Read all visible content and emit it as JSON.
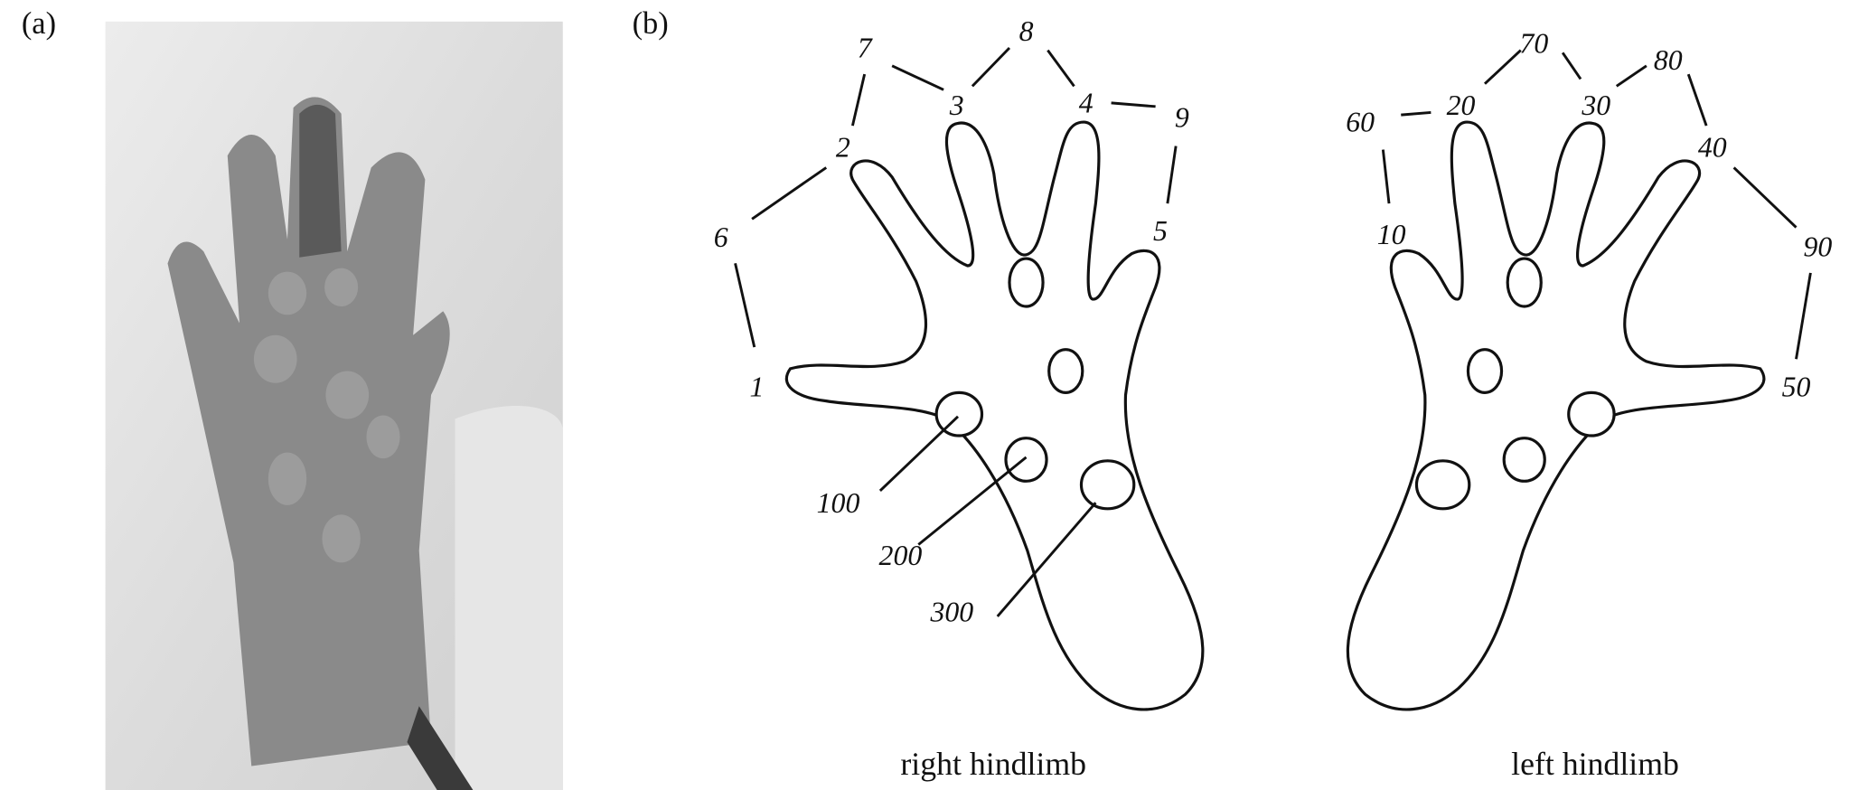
{
  "panels": {
    "a": "(a)",
    "b": "(b)"
  },
  "captions": {
    "right": "right hindlimb",
    "left": "left hindlimb"
  },
  "right_labels": {
    "l1": "1",
    "l2": "2",
    "l3": "3",
    "l4": "4",
    "l5": "5",
    "l6": "6",
    "l7": "7",
    "l8": "8",
    "l9": "9",
    "l100": "100",
    "l200": "200",
    "l300": "300"
  },
  "left_labels": {
    "l10": "10",
    "l20": "20",
    "l30": "30",
    "l40": "40",
    "l50": "50",
    "l60": "60",
    "l70": "70",
    "l80": "80",
    "l90": "90"
  }
}
